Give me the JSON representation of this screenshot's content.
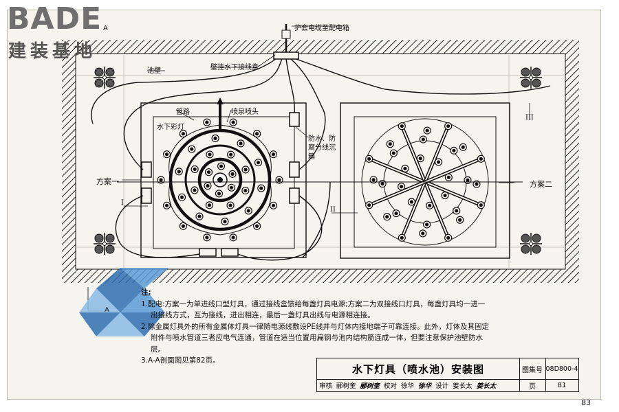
{
  "logo": {
    "brand": "BADE",
    "brand_cn": "建装基地"
  },
  "labels": {
    "cable_pipe": "护套电缆至配电箱",
    "pool_wall": "池壁",
    "junction_box": "壁挂水下接线盒",
    "pipeline": "管路",
    "fountain_head": "喷泉喷头",
    "underwater_light": "水下彩灯",
    "sealed_junction": "防水、防腐分线沉箱",
    "scheme_one": "方案一",
    "scheme_two": "方案二",
    "section_I": "I",
    "section_II": "II",
    "section_III": "III",
    "section_A": "A",
    "section_A_lower": "A"
  },
  "notes": {
    "heading": "注:",
    "n1a": "1.配电:方案一为单进线口型灯具，通过接线盒馈给每盏灯具电源;方案二为双接线口灯具，每盏灯具均一进一",
    "n1b": "出接线方式，互为接线，进出相连，最后一盏灯具出线与电源相连接。",
    "n2a": "2.除金属灯具外的所有金属体灯具一律随电源线敷设PE线并与灯体内接地端子可靠连接。此外，灯体及其固定",
    "n2b": "附件与喷水管道三者应电气连通，管道在适当位置用扁钢与池内结构筋连成一体，但要注意保护池壁防水层。",
    "n3": "3.A-A剖面图见第82页。"
  },
  "title_block": {
    "title": "水下灯具（喷水池）安装图",
    "atlas_label": "图集号",
    "atlas_no": "08D800-4",
    "review_label": "审核",
    "review_name": "郦树奎",
    "review_sig": "郦树奎",
    "check_label": "校对",
    "check_name": "徐华",
    "check_sig": "徐华",
    "design_label": "设计",
    "design_name": "姜长太",
    "design_sig": "姜长太",
    "page_label": "页",
    "page_no": "81"
  },
  "page_number": "83",
  "colors": {
    "ink": "#111111",
    "paper": "#f6f4ef",
    "logo_blue": "#2f6fb0",
    "hatch": "#333333"
  }
}
